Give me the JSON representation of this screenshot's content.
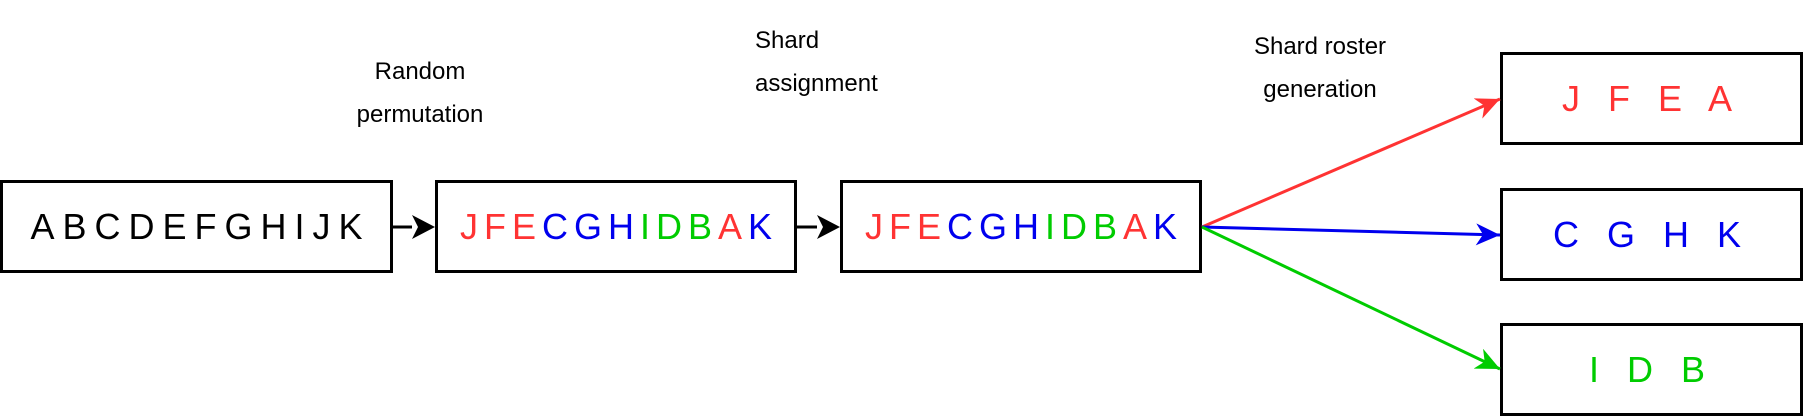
{
  "colors": {
    "red": "#ff3333",
    "blue": "#0000ee",
    "green": "#00cc00",
    "black": "#000000"
  },
  "labels": {
    "permutation_1": "Random",
    "permutation_2": "permutation",
    "assignment_1": "Shard",
    "assignment_2": "assignment",
    "roster_1": "Shard roster",
    "roster_2": "generation"
  },
  "input_box": [
    "A",
    "B",
    "C",
    "D",
    "E",
    "F",
    "G",
    "H",
    "I",
    "J",
    "K"
  ],
  "permuted_box": [
    {
      "t": "J",
      "c": "red"
    },
    {
      "t": "F",
      "c": "red"
    },
    {
      "t": "E",
      "c": "red"
    },
    {
      "t": "C",
      "c": "blue"
    },
    {
      "t": "G",
      "c": "blue"
    },
    {
      "t": "H",
      "c": "blue"
    },
    {
      "t": "I",
      "c": "green"
    },
    {
      "t": "D",
      "c": "green"
    },
    {
      "t": "B",
      "c": "green"
    },
    {
      "t": "A",
      "c": "red"
    },
    {
      "t": "K",
      "c": "blue"
    }
  ],
  "assigned_box": [
    {
      "t": "J",
      "c": "red"
    },
    {
      "t": "F",
      "c": "red"
    },
    {
      "t": "E",
      "c": "red"
    },
    {
      "t": "C",
      "c": "blue"
    },
    {
      "t": "G",
      "c": "blue"
    },
    {
      "t": "H",
      "c": "blue"
    },
    {
      "t": "I",
      "c": "green"
    },
    {
      "t": "D",
      "c": "green"
    },
    {
      "t": "B",
      "c": "green"
    },
    {
      "t": "A",
      "c": "red"
    },
    {
      "t": "K",
      "c": "blue"
    }
  ],
  "shards": [
    {
      "text": "J F E A",
      "color": "red"
    },
    {
      "text": "C G H K",
      "color": "blue"
    },
    {
      "text": "I D B",
      "color": "green"
    }
  ]
}
